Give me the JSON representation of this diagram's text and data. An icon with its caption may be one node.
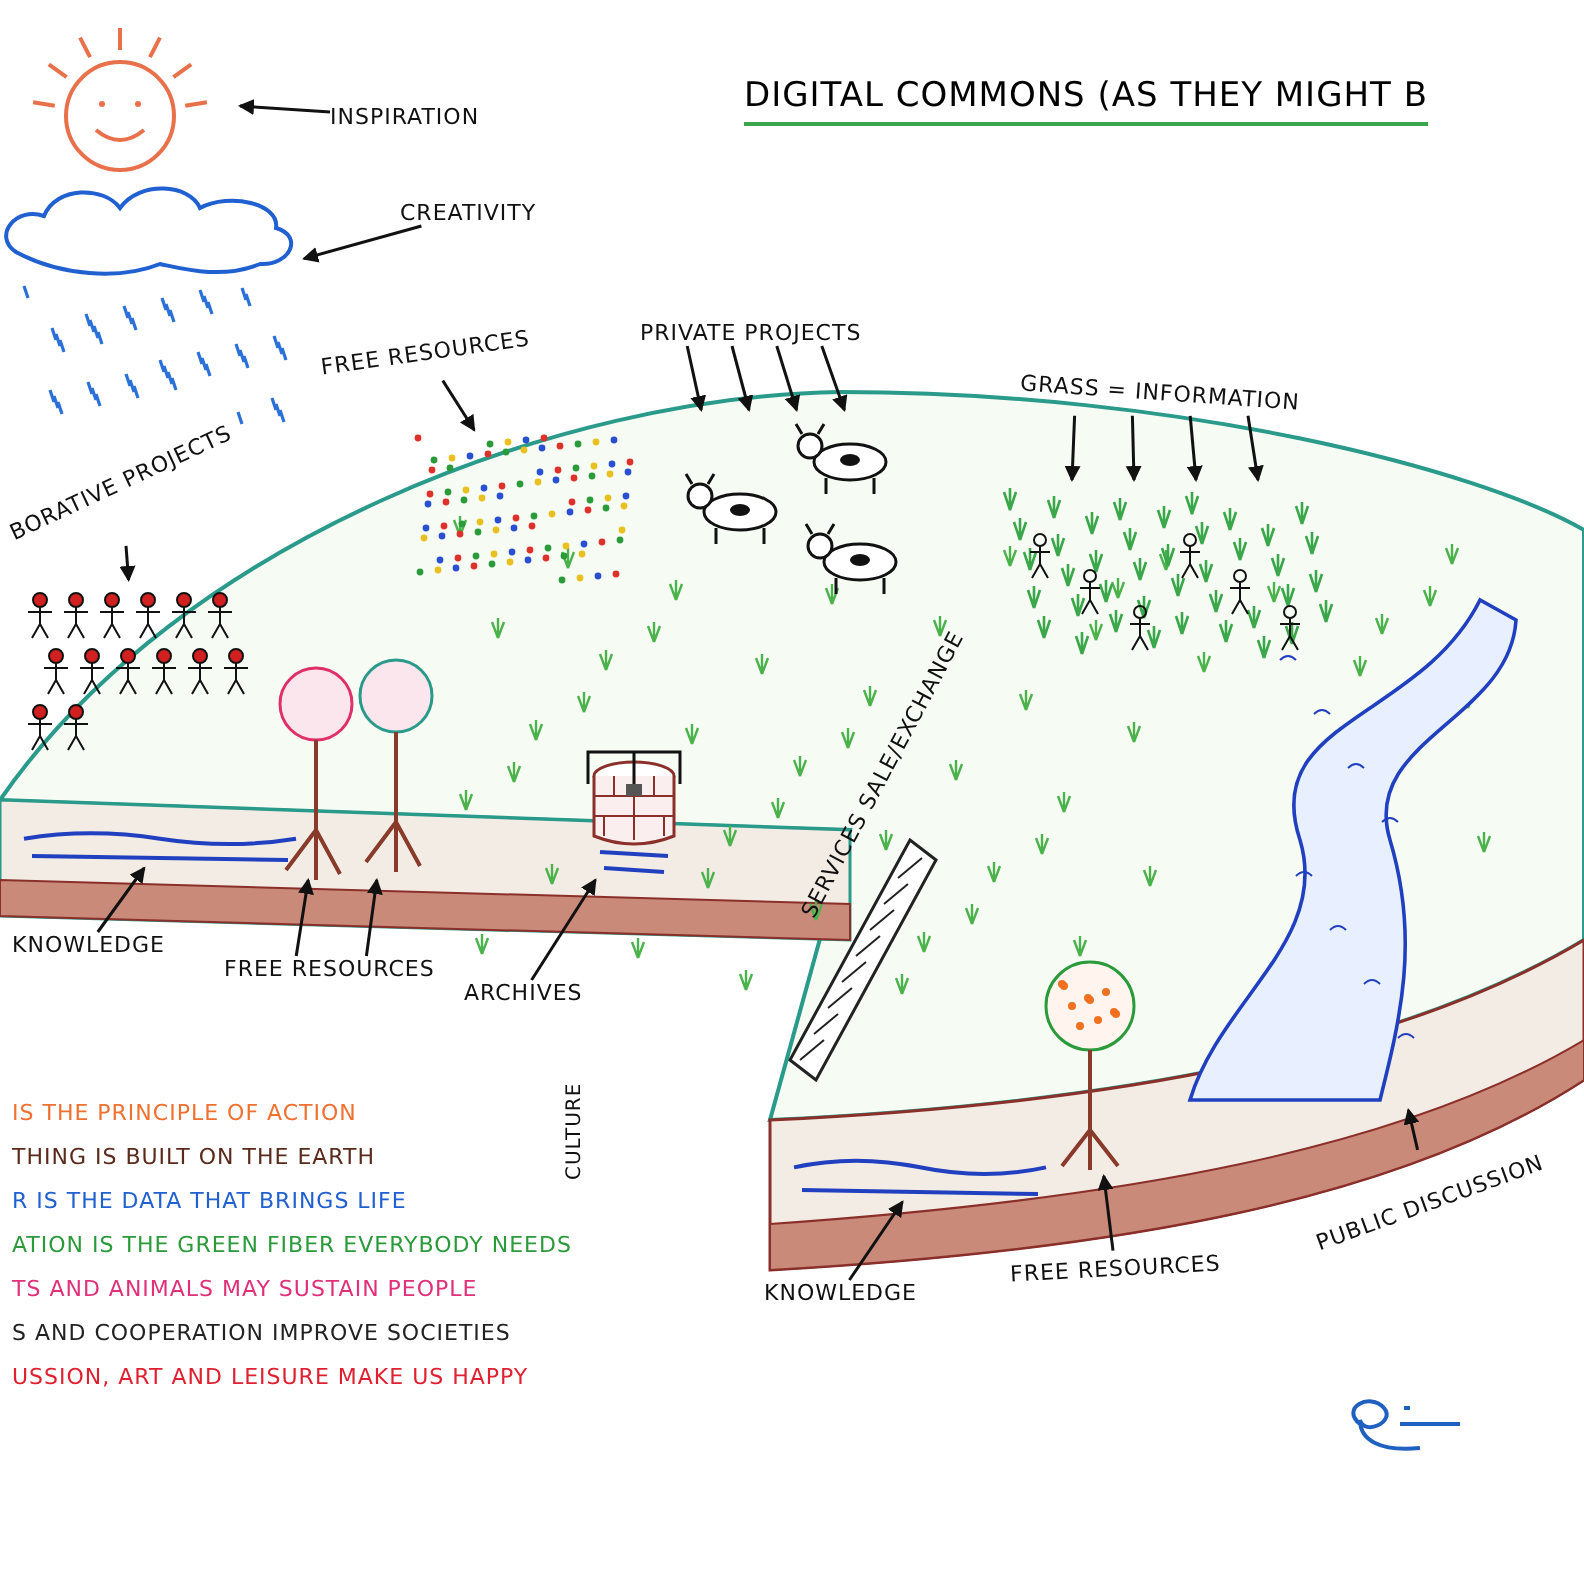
{
  "diagram": {
    "title": "DIGITAL COMMONS (AS THEY MIGHT B",
    "nodes": [
      {
        "text": [
          "INSPIRATION"
        ]
      },
      {
        "text": [],
        "shape": "picture"
      },
      {
        "text": [
          "CREATIVITY"
        ]
      },
      {
        "text": [],
        "shape": "picture"
      },
      {
        "text": [
          "FREE RESOURCES"
        ]
      },
      {
        "text": [],
        "shape": "picture"
      },
      {
        "text": [
          "PRIVATE PROJECTS"
        ]
      },
      {
        "text": [],
        "shape": "picture"
      },
      {
        "text": [
          "GRASS = INFORMATION"
        ]
      },
      {
        "text": [],
        "shape": "picture"
      },
      {
        "text": [
          "BORATIVE PROJECTS"
        ]
      },
      {
        "text": [],
        "shape": "picture"
      },
      {
        "text": [
          "KNOWLEDGE"
        ]
      },
      {
        "text": [],
        "shape": "picture"
      },
      {
        "text": [
          "FREE RESOURCES"
        ]
      },
      {
        "text": [],
        "shape": "picture"
      },
      {
        "text": [
          "ARCHIVES"
        ]
      },
      {
        "text": [],
        "shape": "picture"
      },
      {
        "text": [
          "KNOWLEDGE"
        ]
      },
      {
        "text": [],
        "shape": "picture"
      },
      {
        "text": [
          "FREE RESOURCES"
        ]
      },
      {
        "text": [],
        "shape": "picture"
      },
      {
        "text": [
          "PUBLIC DISCUSSION"
        ]
      },
      {
        "text": [],
        "shape": "picture"
      }
    ],
    "edges": [
      {
        "from": 0,
        "to": 1,
        "arrow": "to"
      },
      {
        "from": 2,
        "to": 3,
        "arrow": "to"
      },
      {
        "from": 4,
        "to": 5,
        "arrow": "to"
      },
      {
        "from": 6,
        "to": 7,
        "arrow": "to"
      },
      {
        "from": 6,
        "to": 7,
        "arrow": "to"
      },
      {
        "from": 6,
        "to": 7,
        "arrow": "to"
      },
      {
        "from": 6,
        "to": 7,
        "arrow": "to"
      },
      {
        "from": 8,
        "to": 9,
        "arrow": "to"
      },
      {
        "from": 8,
        "to": 9,
        "arrow": "to"
      },
      {
        "from": 8,
        "to": 9,
        "arrow": "to"
      },
      {
        "from": 8,
        "to": 9,
        "arrow": "to"
      },
      {
        "from": 10,
        "to": 11,
        "arrow": "to"
      },
      {
        "from": 12,
        "to": 13,
        "arrow": "to"
      },
      {
        "from": 14,
        "to": 15,
        "arrow": "to"
      },
      {
        "from": 14,
        "to": 15,
        "arrow": "to"
      },
      {
        "from": 16,
        "to": 17,
        "arrow": "to"
      },
      {
        "from": 18,
        "to": 19,
        "arrow": "to"
      },
      {
        "from": 20,
        "to": 21,
        "arrow": "to"
      },
      {
        "from": 22,
        "to": 23,
        "arrow": "to"
      }
    ],
    "labels": [
      "SERVICES SALE/EXCHANGE",
      "IS THE PRINCIPLE OF ACTION",
      "THING IS BUILT ON THE EARTH",
      "R IS THE DATA THAT BRINGS LIFE",
      "ATION IS THE GREEN FIBER EVERYBODY NEEDS",
      "TS AND ANIMALS MAY SUSTAIN PEOPLE",
      "CULTURE",
      "S AND COOPERATION IMPROVE SOCIETIES",
      "USSION, ART AND LEISURE MAKE US HAPPY"
    ]
  }
}
